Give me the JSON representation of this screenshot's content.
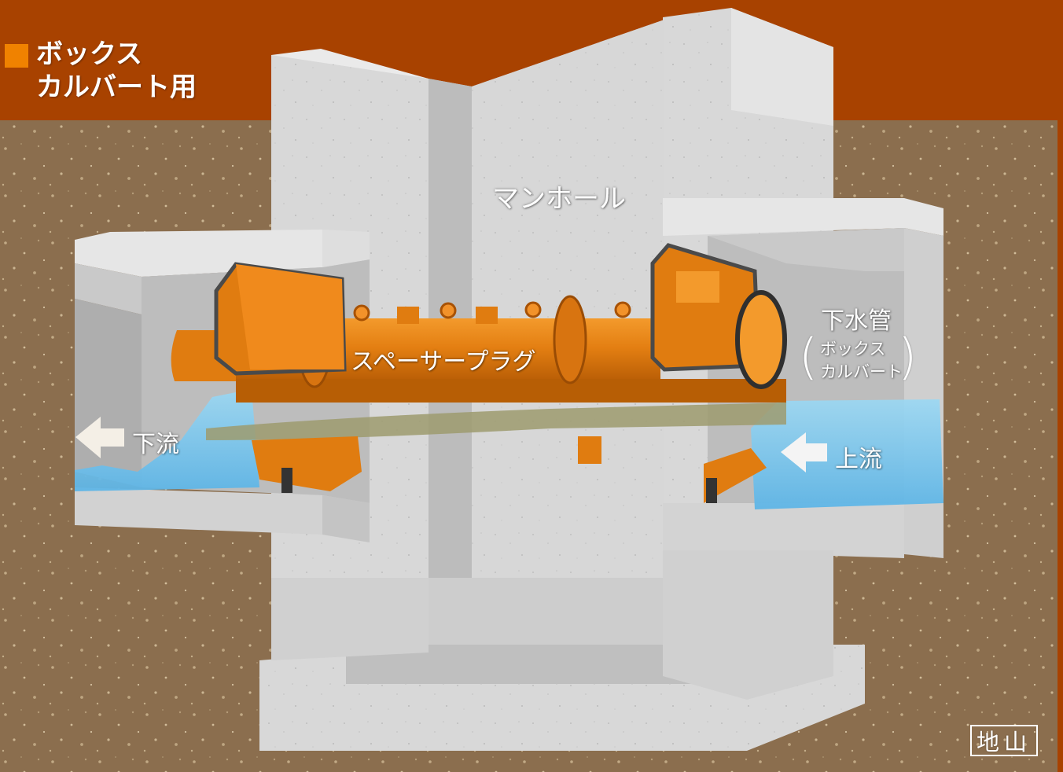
{
  "title": {
    "line1": "ボックス",
    "line2": "カルバート用"
  },
  "labels": {
    "manhole": "マンホール",
    "spacer_plug": "スペーサープラグ",
    "sewer_pipe": "下水管",
    "sewer_pipe_sub_line1": "ボックス",
    "sewer_pipe_sub_line2": "カルバート",
    "downstream": "下流",
    "upstream": "上流",
    "ground": "地山"
  },
  "colors": {
    "background_top": "#a84200",
    "soil": "#8b6e4e",
    "concrete": "#d7d7d7",
    "plug_orange": "#e88010",
    "water": "#7cc8ec",
    "title_square": "#f08200"
  },
  "icons": {
    "downstream_arrow": "arrow-left-icon",
    "upstream_arrow": "arrow-left-icon"
  }
}
